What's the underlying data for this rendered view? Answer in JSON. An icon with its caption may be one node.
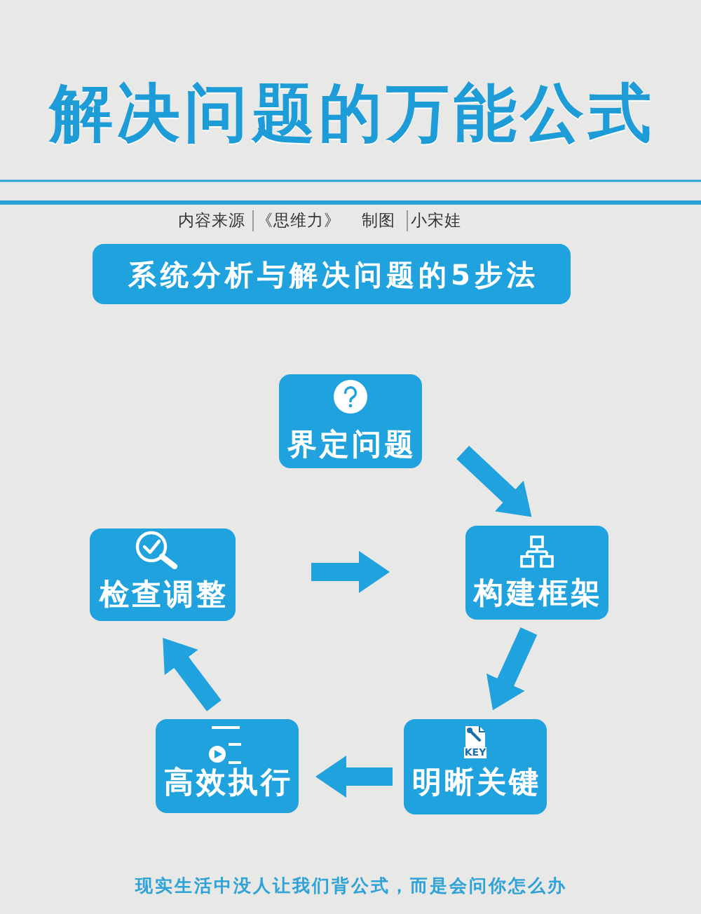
{
  "diagram": {
    "title": "解决问题的万能公式",
    "nodes": [
      {
        "text": [
          "系统分析与解决问题的5步法"
        ]
      },
      {
        "text": [
          "界定问题"
        ]
      },
      {
        "text": [
          "构建框架"
        ]
      },
      {
        "text": [
          "明晰关键"
        ]
      },
      {
        "text": [
          "高效执行"
        ]
      },
      {
        "text": [
          "检查调整"
        ]
      }
    ],
    "edges": [
      {
        "from": 1,
        "to": 2,
        "arrow": "to"
      },
      {
        "from": 2,
        "to": 3,
        "arrow": "to"
      },
      {
        "from": 3,
        "to": 4,
        "arrow": "to"
      },
      {
        "from": 4,
        "to": 5,
        "arrow": "to"
      },
      {
        "from": 5,
        "to": 2,
        "arrow": "to"
      }
    ],
    "labels": [
      "内容来源",
      "《思维力》",
      "制图",
      "小宋娃",
      "KEY"
    ],
    "caption": "现实生活中没人让我们背公式，而是会问你怎么办"
  }
}
